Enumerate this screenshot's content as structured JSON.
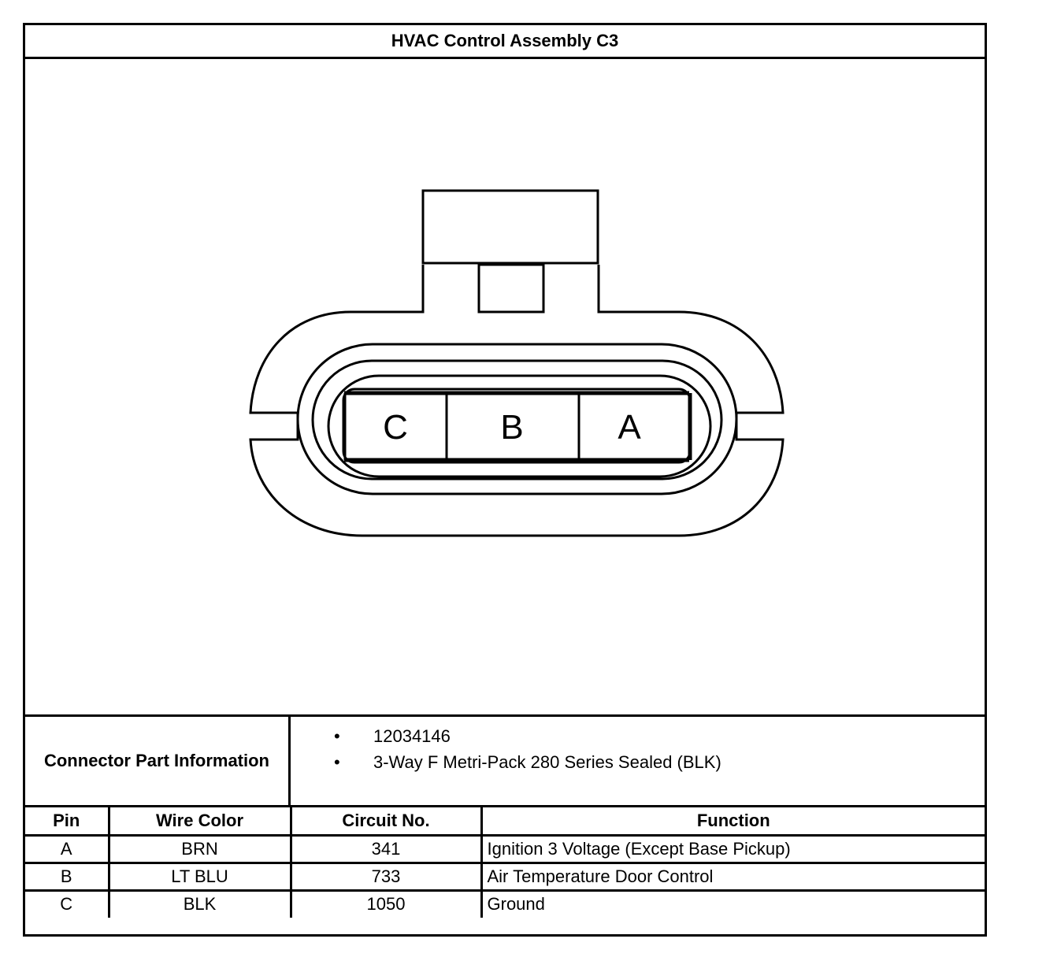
{
  "title": "HVAC Control Assembly C3",
  "connector": {
    "cavities": [
      "C",
      "B",
      "A"
    ]
  },
  "part_info": {
    "label": "Connector Part Information",
    "items": [
      "12034146",
      "3-Way F Metri-Pack 280 Series Sealed (BLK)"
    ]
  },
  "table": {
    "headers": [
      "Pin",
      "Wire Color",
      "Circuit No.",
      "Function"
    ],
    "rows": [
      [
        "A",
        "BRN",
        "341",
        "Ignition 3 Voltage (Except Base Pickup)"
      ],
      [
        "B",
        "LT BLU",
        "733",
        "Air Temperature Door Control"
      ],
      [
        "C",
        "BLK",
        "1050",
        "Ground"
      ]
    ]
  }
}
